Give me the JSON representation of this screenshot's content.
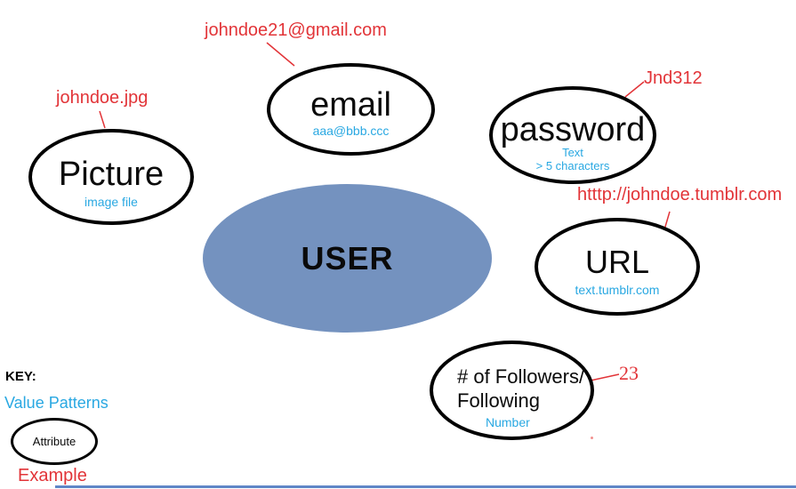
{
  "diagram": {
    "center_entity": {
      "label": "USER"
    },
    "attributes": [
      {
        "name": "picture",
        "label": "Picture",
        "value_pattern": "image file",
        "example": "johndoe.jpg"
      },
      {
        "name": "email",
        "label": "email",
        "value_pattern": "aaa@bbb.ccc",
        "example": "johndoe21@gmail.com"
      },
      {
        "name": "password",
        "label": "password",
        "value_pattern_line1": "Text",
        "value_pattern_line2": "> 5 characters",
        "example": "Jnd312"
      },
      {
        "name": "url",
        "label": "URL",
        "value_pattern": "text.tumblr.com",
        "example": "htttp://johndoe.tumblr.com"
      },
      {
        "name": "followers",
        "label_line1": "# of Followers/",
        "label_line2": "Following",
        "value_pattern": "Number",
        "example": "23"
      }
    ],
    "key": {
      "heading": "KEY:",
      "value_pattern_label": "Value Patterns",
      "attribute_shape_label": "Attribute",
      "example_label": "Example"
    },
    "colors": {
      "example_red": "#e23438",
      "value_pattern_blue": "#29a8e2",
      "entity_fill_blue": "#7492bf",
      "outline_black": "#000000"
    }
  }
}
